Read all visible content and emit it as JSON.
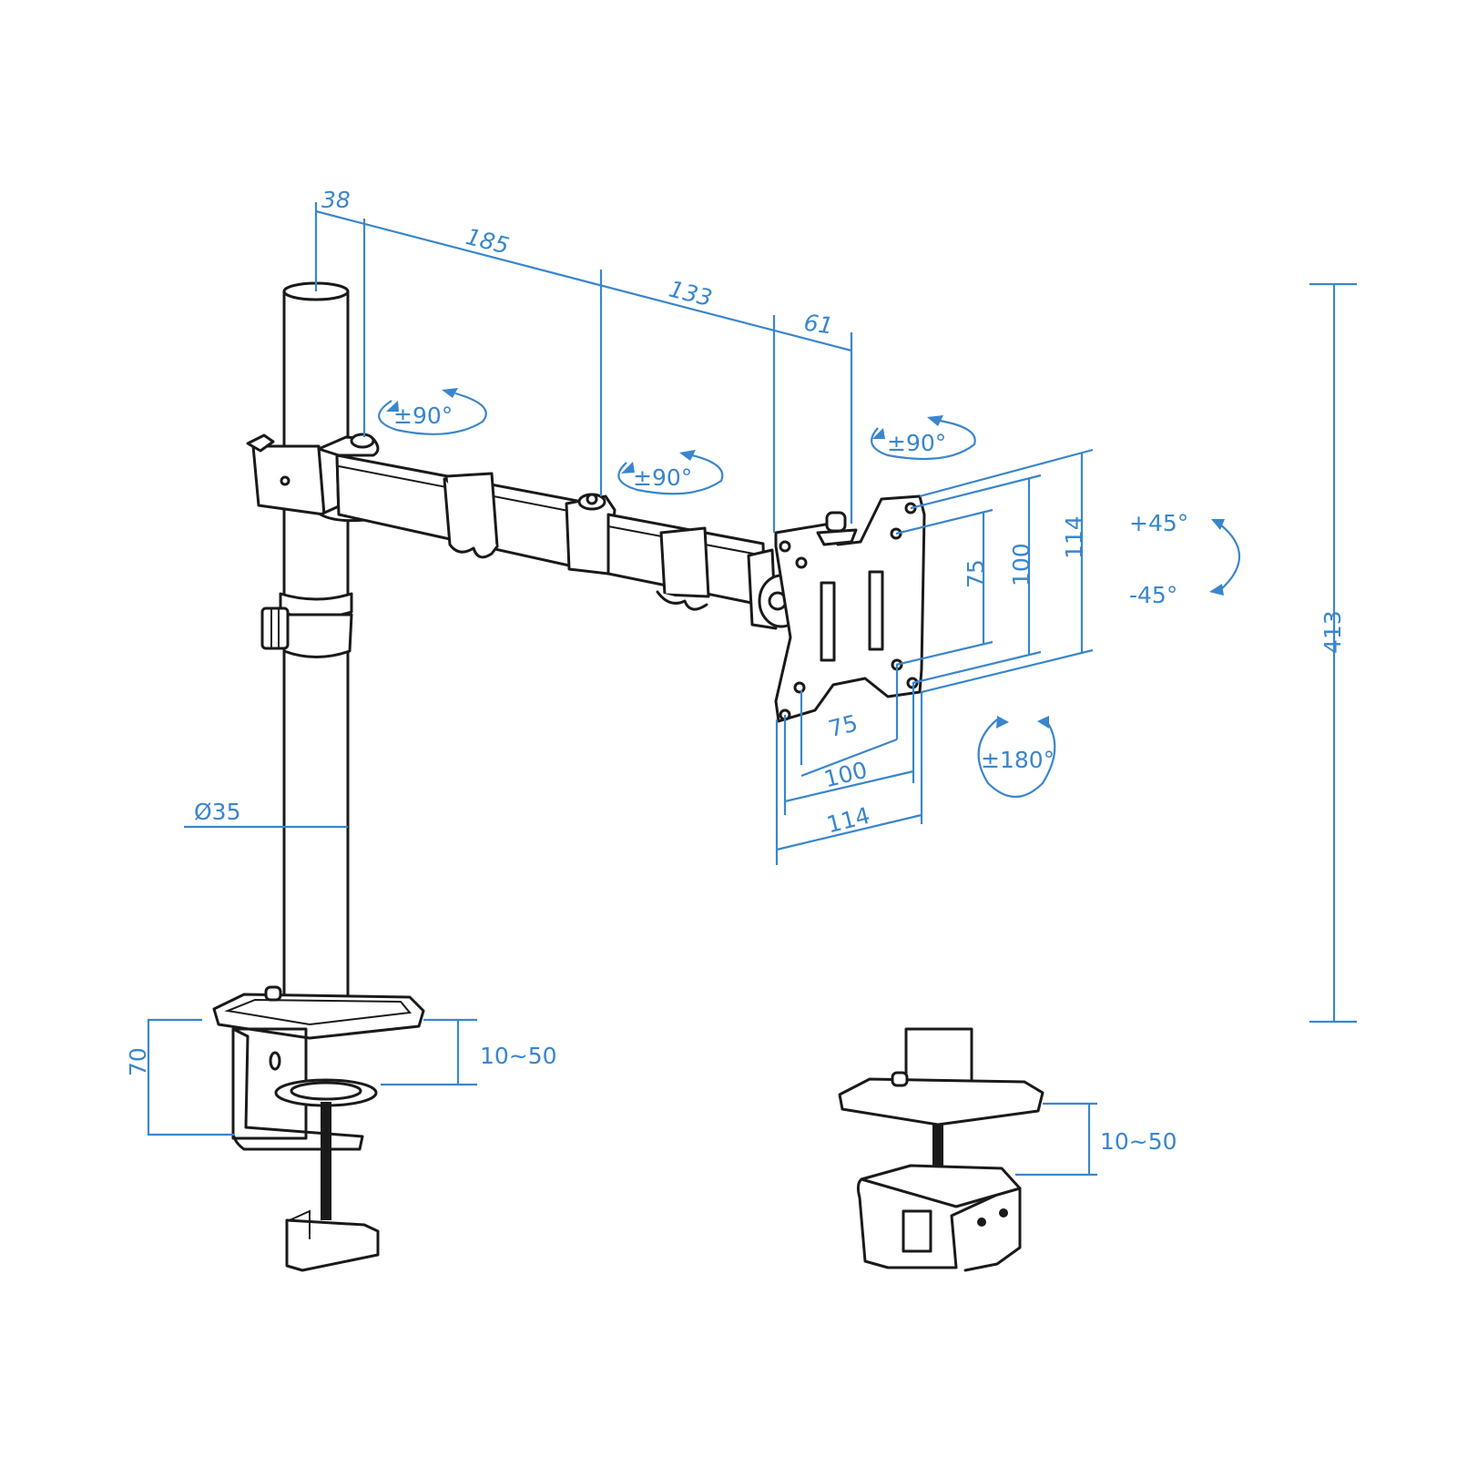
{
  "diagram": {
    "subject": "Single monitor desk mount arm with clamp base",
    "colors": {
      "dimension": "#3a86cc",
      "outline": "#1a1a1a",
      "background": "#ffffff"
    },
    "arm_lengths": {
      "pole_offset": "38",
      "arm_segment_1": "185",
      "arm_segment_2": "133",
      "head_offset": "61"
    },
    "rotations": {
      "pole_joint": "±90°",
      "elbow_joint": "±90°",
      "head_joint": "±90°",
      "tilt_up": "+45°",
      "tilt_down": "-45°",
      "rotation": "±180°"
    },
    "vesa": {
      "vertical": [
        "75",
        "100",
        "114"
      ],
      "horizontal": [
        "75",
        "100",
        "114"
      ]
    },
    "pole": {
      "diameter": "Ø35",
      "height": "413"
    },
    "clamp": {
      "base_height": "70",
      "desk_range_clamp": "10~50",
      "desk_range_grommet": "10~50"
    }
  }
}
